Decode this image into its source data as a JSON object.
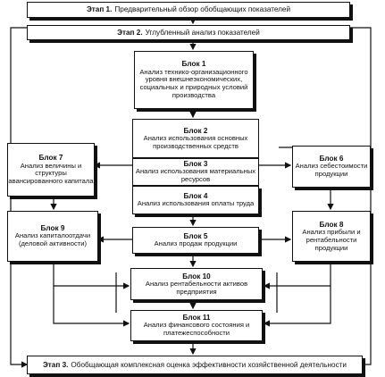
{
  "stages": [
    {
      "num": "Этап 1.",
      "text": "Предварительный обзор обобщающих показателей"
    },
    {
      "num": "Этап 2.",
      "text": "Углубленный анализ показателей"
    },
    {
      "num": "Этап 3.",
      "text": "Обобщающая комплексная оценка эффективности хозяйственной деятельности"
    }
  ],
  "blocks": {
    "b1": {
      "title": "Блок 1",
      "text": "Анализ технико-организационного уровня внешнеэкономических, социальных и природных условий производства"
    },
    "b2": {
      "title": "Блок 2",
      "text": "Анализ использования основных производственных средств"
    },
    "b3": {
      "title": "Блок 3",
      "text": "Анализ использования материальных ресурсов"
    },
    "b4": {
      "title": "Блок 4",
      "text": "Анализ использования оплаты труда"
    },
    "b5": {
      "title": "Блок 5",
      "text": "Анализ продаж продукции"
    },
    "b6": {
      "title": "Блок 6",
      "text": "Анализ себестоимости продукции"
    },
    "b7": {
      "title": "Блок 7",
      "text": "Анализ величины и структуры авансированного капитала"
    },
    "b8": {
      "title": "Блок 8",
      "text": "Анализ прибыли и рентабельности продукции"
    },
    "b9": {
      "title": "Блок 9",
      "text": "Анализ капиталоотдачи (деловой активности)"
    },
    "b10": {
      "title": "Блок 10",
      "text": "Анализ рентабельности активов предприятия"
    },
    "b11": {
      "title": "Блок 11",
      "text": "Анализ финансового состояния и платежеспособности"
    }
  }
}
